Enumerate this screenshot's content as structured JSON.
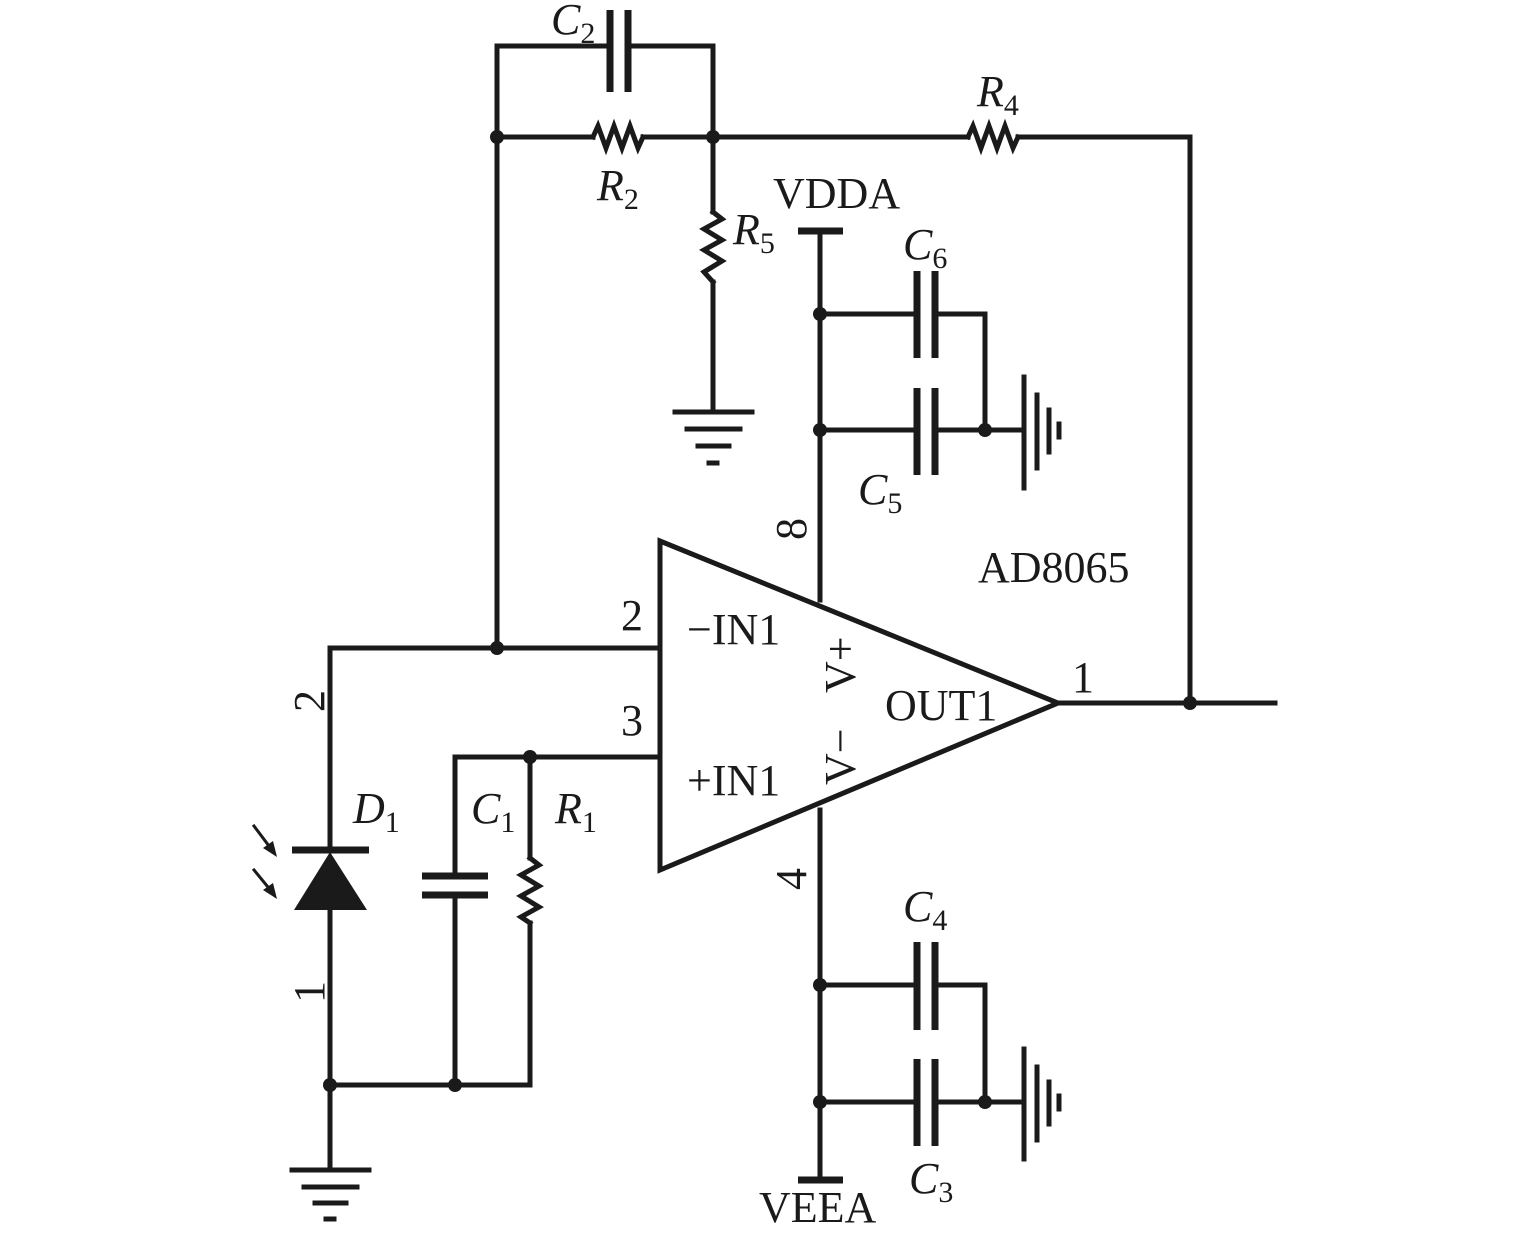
{
  "chip": {
    "name": "AD8065"
  },
  "supply": {
    "positive": "VDDA",
    "negative": "VEEA"
  },
  "opamp": {
    "in_minus": "−IN1",
    "in_plus": "+IN1",
    "out": "OUT1",
    "v_plus": "V+",
    "v_minus": "V−"
  },
  "pins": {
    "p1": "1",
    "p2": "2",
    "p3": "3",
    "p4": "4",
    "p8": "8"
  },
  "diode_pins": {
    "top": "2",
    "bottom": "1"
  },
  "components": {
    "C1": {
      "letter": "C",
      "sub": "1"
    },
    "C2": {
      "letter": "C",
      "sub": "2"
    },
    "C3": {
      "letter": "C",
      "sub": "3"
    },
    "C4": {
      "letter": "C",
      "sub": "4"
    },
    "C5": {
      "letter": "C",
      "sub": "5"
    },
    "C6": {
      "letter": "C",
      "sub": "6"
    },
    "R1": {
      "letter": "R",
      "sub": "1"
    },
    "R2": {
      "letter": "R",
      "sub": "2"
    },
    "R4": {
      "letter": "R",
      "sub": "4"
    },
    "R5": {
      "letter": "R",
      "sub": "5"
    },
    "D1": {
      "letter": "D",
      "sub": "1"
    }
  }
}
